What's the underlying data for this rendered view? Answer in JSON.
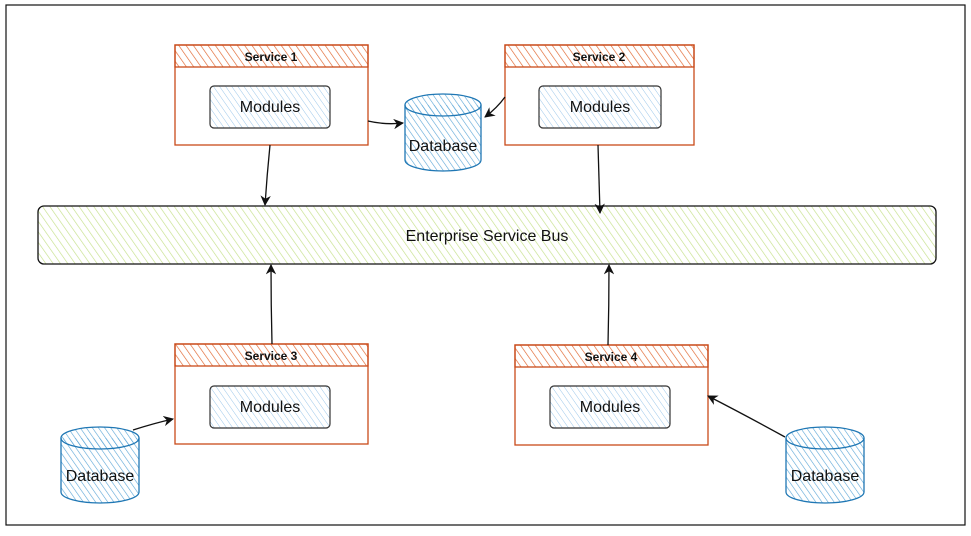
{
  "diagram": {
    "bus": {
      "label": "Enterprise Service Bus",
      "color": "#8fbf3f"
    },
    "colors": {
      "service": "#c94a1a",
      "module_stroke": "#333333",
      "module_hatch": "#6fa8dc",
      "database": "#1f77b4",
      "arrow": "#111111"
    },
    "services": [
      {
        "title": "Service 1",
        "module": "Modules"
      },
      {
        "title": "Service 2",
        "module": "Modules"
      },
      {
        "title": "Service 3",
        "module": "Modules"
      },
      {
        "title": "Service 4",
        "module": "Modules"
      }
    ],
    "databases": [
      {
        "label": "Database"
      },
      {
        "label": "Database"
      },
      {
        "label": "Database"
      }
    ]
  }
}
